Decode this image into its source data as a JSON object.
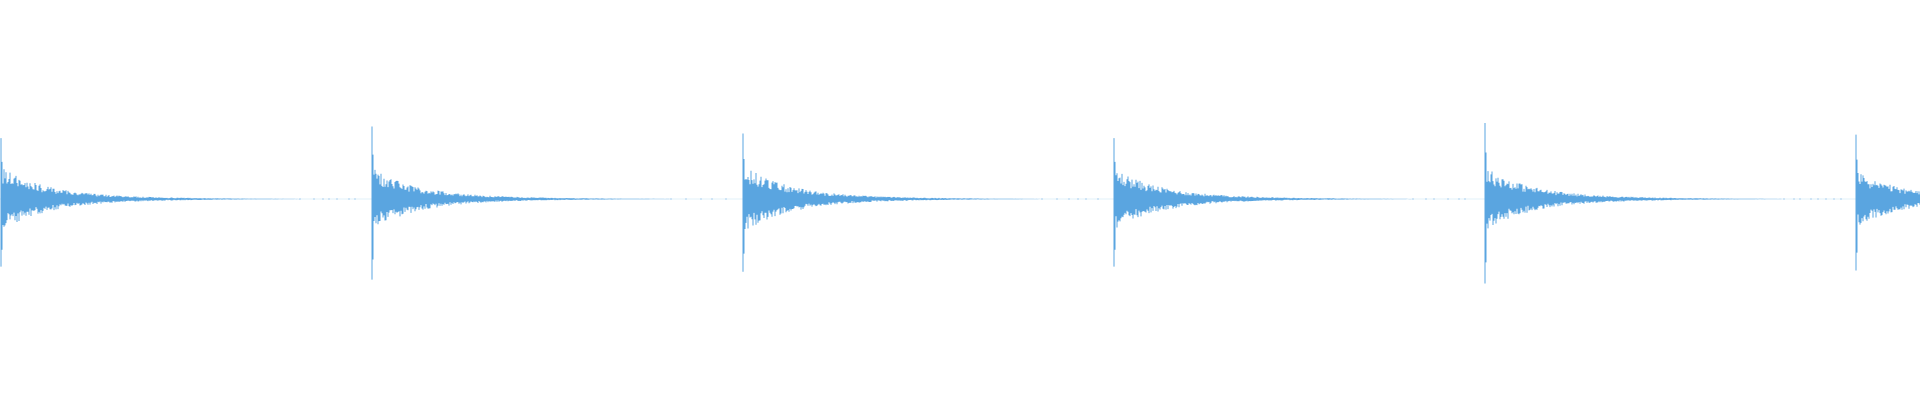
{
  "waveform": {
    "color": "#5aa5e0",
    "background": "#ffffff",
    "hits": [
      {
        "peak": 0.52,
        "tail": 0.21,
        "trailing_noise": true
      },
      {
        "peak": 0.62,
        "tail": 0.2,
        "trailing_noise": true
      },
      {
        "peak": 0.56,
        "tail": 0.22,
        "trailing_noise": true
      },
      {
        "peak": 0.52,
        "tail": 0.2,
        "trailing_noise": true
      },
      {
        "peak": 0.65,
        "tail": 0.21,
        "trailing_noise": true
      },
      {
        "peak": 0.55,
        "tail": 0.18,
        "trailing_noise": false
      }
    ]
  }
}
